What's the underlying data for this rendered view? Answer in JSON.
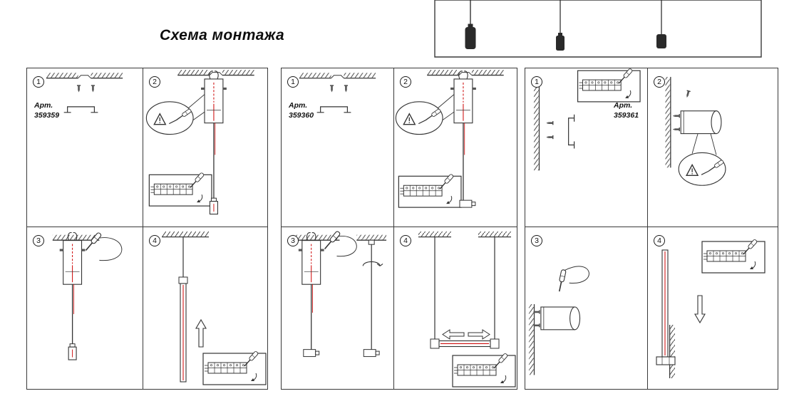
{
  "title": "Схема монтажа",
  "colors": {
    "line": "#333333",
    "accent_red": "#cc0000",
    "lamp_body": "#2a2a2a"
  },
  "panels": [
    {
      "art_label": "Арт.",
      "art_number": "359359",
      "steps": [
        "1",
        "2",
        "3",
        "4"
      ]
    },
    {
      "art_label": "Арт.",
      "art_number": "359360",
      "steps": [
        "1",
        "2",
        "3",
        "4"
      ]
    },
    {
      "art_label": "Арт.",
      "art_number": "359361",
      "steps": [
        "1",
        "2",
        "3",
        "4"
      ]
    }
  ]
}
